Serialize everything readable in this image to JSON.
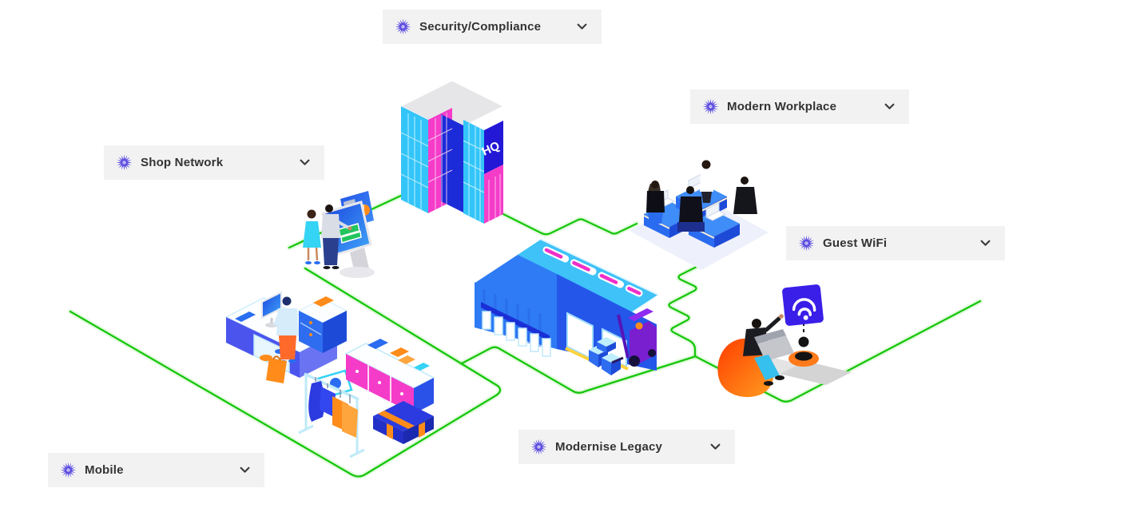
{
  "buttons": [
    {
      "id": "security-compliance",
      "label": "Security/Compliance"
    },
    {
      "id": "modern-workplace",
      "label": "Modern Workplace"
    },
    {
      "id": "shop-network",
      "label": "Shop Network"
    },
    {
      "id": "guest-wifi",
      "label": "Guest WiFi"
    },
    {
      "id": "modernise-legacy",
      "label": "Modernise Legacy"
    },
    {
      "id": "mobile",
      "label": "Mobile"
    }
  ],
  "icons": {
    "button_icon": "starburst-icon",
    "chevron": "chevron-down-icon",
    "wifi": "wifi-icon"
  },
  "illustration": {
    "hq_sign": "HQ",
    "scenes": [
      "network-lines",
      "hq-building",
      "warehouse",
      "forklift-and-pallets",
      "kiosk-scene",
      "shop-counter",
      "shop-display-cabinet",
      "clothes-rack",
      "gift-box",
      "modern-workplace-desks",
      "guest-wifi-lounge"
    ]
  },
  "colors": {
    "accent_purple": "#5a4be0",
    "line_green": "#16c60c",
    "button_bg": "#f2f2f2",
    "button_text": "#333333",
    "cyan": "#38c6f9",
    "magenta": "#f53cc9",
    "blue": "#2e7bf5",
    "dark_blue": "#2347e4",
    "navy_panel": "#2318d6",
    "orange": "#ff8c1a",
    "deep_orange": "#ff5a1f"
  }
}
